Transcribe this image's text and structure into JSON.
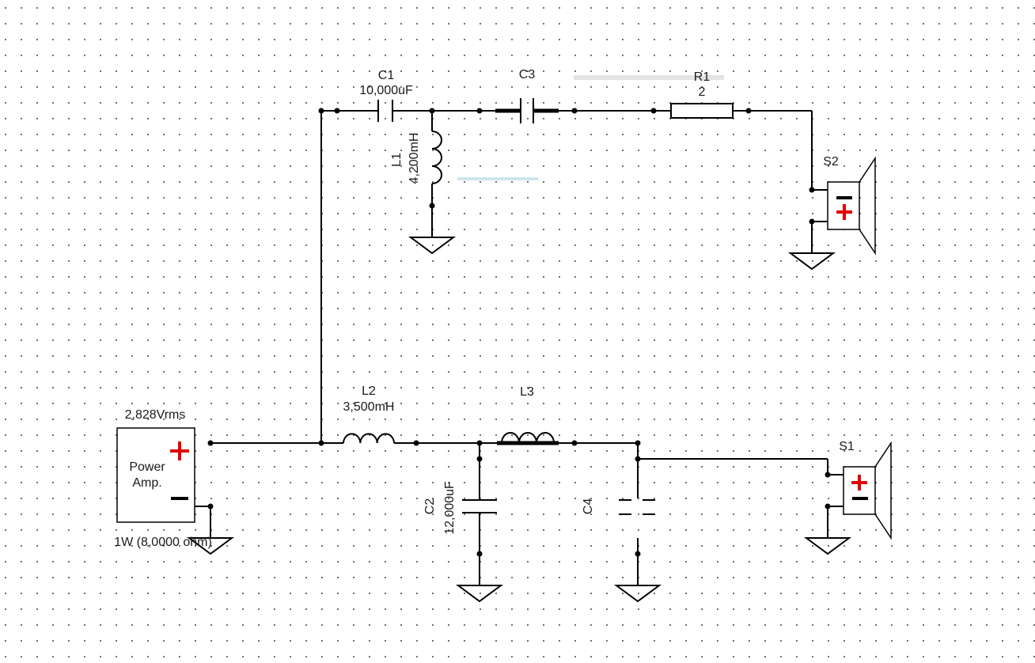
{
  "components": {
    "c1": {
      "name": "C1",
      "value": "10,000uF"
    },
    "c3": {
      "name": "C3"
    },
    "r1": {
      "name": "R1",
      "value": "2"
    },
    "l1": {
      "name": "L1",
      "value": "4,200mH"
    },
    "s2": {
      "name": "S2"
    },
    "l2": {
      "name": "L2",
      "value": "3,500mH"
    },
    "l3": {
      "name": "L3"
    },
    "c2": {
      "name": "C2",
      "value": "12,000uF"
    },
    "c4": {
      "name": "C4"
    },
    "s1": {
      "name": "S1"
    },
    "amp": {
      "voltage": "2,828Vrms",
      "label_line1": "Power",
      "label_line2": "Amp.",
      "rating": "1W (8,0000 ohm)"
    }
  },
  "colors": {
    "polarity": "#e00000",
    "wire": "#000000"
  }
}
